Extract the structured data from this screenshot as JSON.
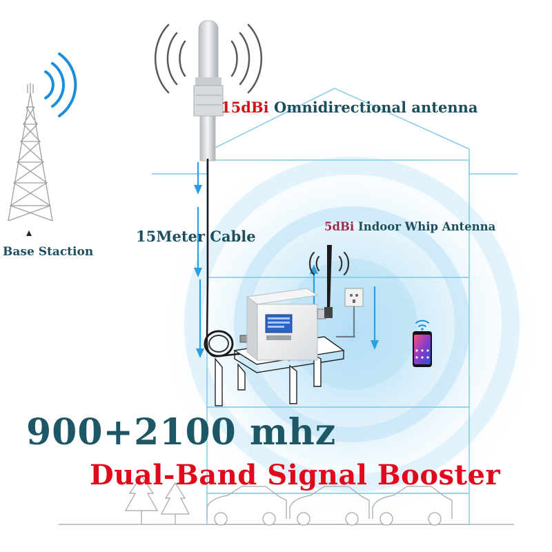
{
  "labels": {
    "outdoor_antenna_gain": "15dBi",
    "outdoor_antenna_name": "Omnidirectional antenna",
    "indoor_antenna_gain": "5dBi",
    "indoor_antenna_name": "Indoor Whip Antenna",
    "cable": "15Meter Cable",
    "base_station": "Base Staction",
    "frequency": "900+2100 mhz",
    "product": "Dual-Band Signal Booster"
  },
  "colors": {
    "accent_red": "#d0141c",
    "title_red": "#e3071c",
    "teal_text": "#1c4f5e",
    "signal_blue": "#2a9fe0",
    "house_line": "#7cc6ea",
    "whip_gain": "#9a2a4a"
  },
  "icons": [
    "cell-tower-icon",
    "omni-antenna-icon",
    "whip-antenna-icon",
    "signal-booster-icon",
    "wall-socket-icon",
    "smartphone-icon",
    "wifi-icon",
    "car-icon",
    "tree-icon"
  ]
}
